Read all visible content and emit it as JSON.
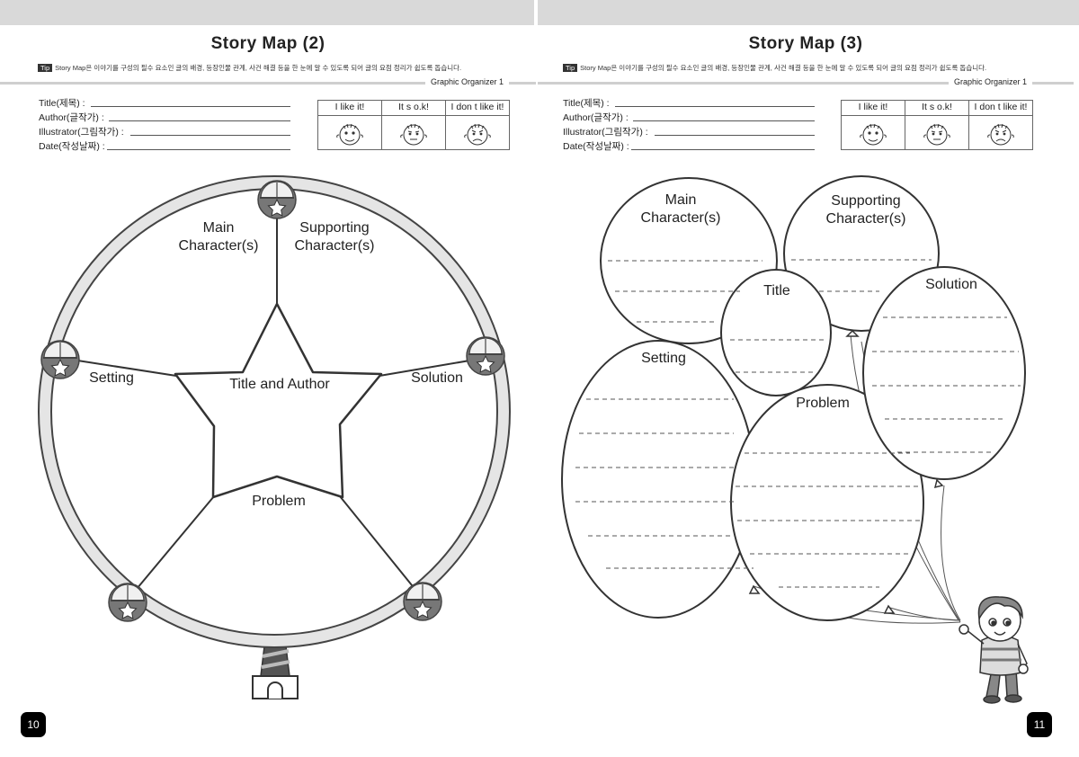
{
  "left_page": {
    "title": "Story  Map (2)",
    "tip_badge": "Tip",
    "tip_text": "Story Map은 이야기를 구성의 필수 요소인 글의 배경, 등장인물 관계, 사건 해결 등을 한 눈에 알 수 있도록 되어 글의 요점 정리가 쉽도록 돕습니다.",
    "organizer_label": "Graphic Organizer 1",
    "fields": [
      "Title(제목) :",
      "Author(글작가) :",
      "Illustrator(그림작가) :",
      "Date(작성날짜) :"
    ],
    "ratings": [
      "I like it!",
      "It s o.k!",
      "I don t like it!"
    ],
    "wheel": {
      "main": "Main\nCharacter(s)",
      "supporting": "Supporting\nCharacter(s)",
      "setting": "Setting",
      "solution": "Solution",
      "center": "Title and Author",
      "problem": "Problem"
    },
    "page_number": "10"
  },
  "right_page": {
    "title": "Story  Map (3)",
    "tip_badge": "Tip",
    "tip_text": "Story Map은 이야기를 구성의 필수 요소인 글의 배경, 등장인물 관계, 사건 해결 등을 한 눈에 알 수 있도록 되어 글의 요점 정리가 쉽도록 돕습니다.",
    "organizer_label": "Graphic Organizer 1",
    "fields": [
      "Title(제목) :",
      "Author(글작가) :",
      "Illustrator(그림작가) :",
      "Date(작성날짜) :"
    ],
    "ratings": [
      "I like it!",
      "It s o.k!",
      "I don t like it!"
    ],
    "balloons": {
      "main": "Main\nCharacter(s)",
      "supporting": "Supporting\nCharacter(s)",
      "title": "Title",
      "solution": "Solution",
      "setting": "Setting",
      "problem": "Problem"
    },
    "page_number": "11"
  }
}
